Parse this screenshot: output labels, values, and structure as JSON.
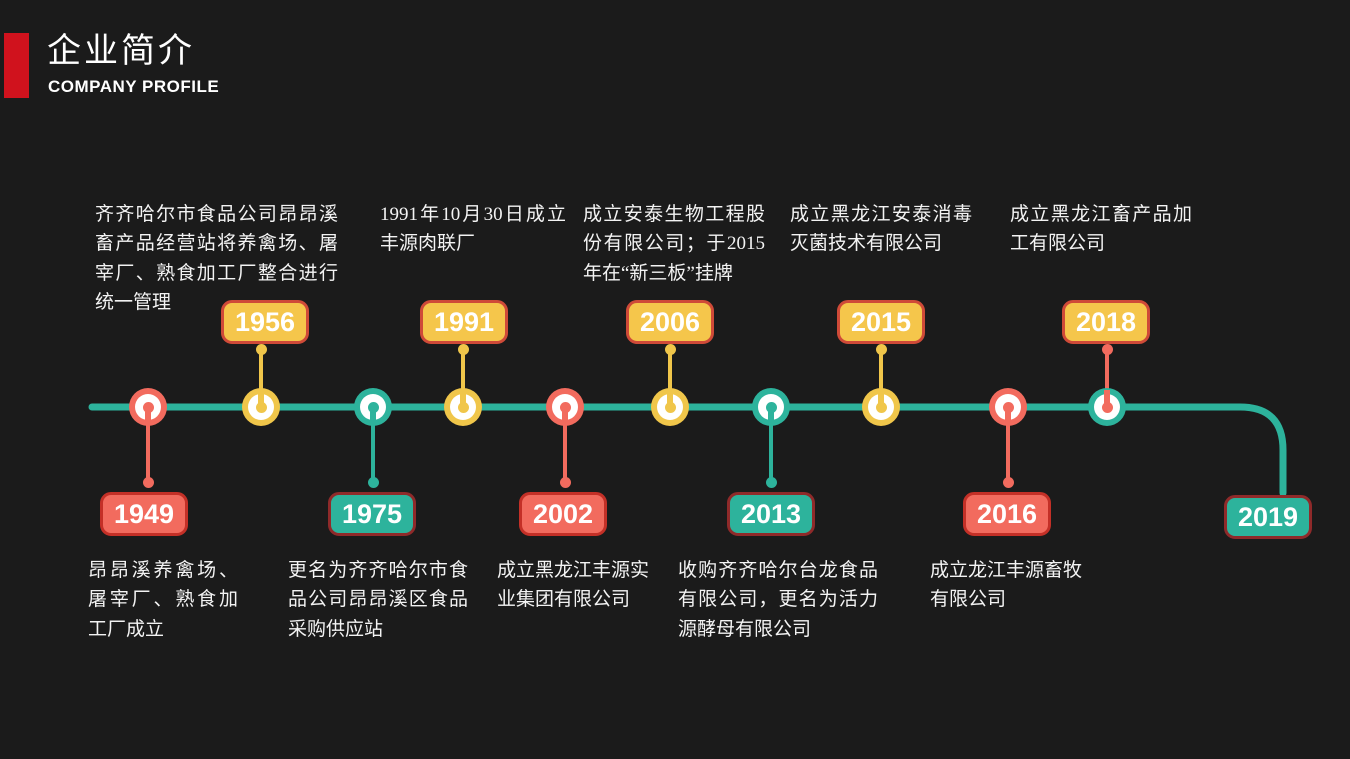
{
  "header": {
    "title": "企业简介",
    "subtitle": "COMPANY PROFILE"
  },
  "colors": {
    "background": "#1b1b1b",
    "accent_red": "#d0121d",
    "timeline_teal": "#2db39c",
    "badge_red": "#f26b5e",
    "badge_yellow": "#f5c64b",
    "badge_teal": "#2db39c",
    "text_white": "#f3f3f3"
  },
  "timeline": {
    "milestones": [
      {
        "year": "1949",
        "color": "red",
        "side": "bottom",
        "description": "昂昂溪养禽场、屠宰厂、熟食加工厂成立"
      },
      {
        "year": "1956",
        "color": "yellow",
        "side": "top",
        "description": "齐齐哈尔市食品公司昂昂溪畜产品经营站将养禽场、屠宰厂、熟食加工厂整合进行统一管理"
      },
      {
        "year": "1975",
        "color": "teal",
        "side": "bottom",
        "description": "更名为齐齐哈尔市食品公司昂昂溪区食品采购供应站"
      },
      {
        "year": "1991",
        "color": "yellow",
        "side": "top",
        "description": "1991年10月30日成立丰源肉联厂"
      },
      {
        "year": "2002",
        "color": "red",
        "side": "bottom",
        "description": "成立黑龙江丰源实业集团有限公司"
      },
      {
        "year": "2006",
        "color": "yellow",
        "side": "top",
        "description": "成立安泰生物工程股份有限公司；于2015年在“新三板”挂牌"
      },
      {
        "year": "2013",
        "color": "teal",
        "side": "bottom",
        "description": "收购齐齐哈尔台龙食品有限公司，更名为活力源酵母有限公司"
      },
      {
        "year": "2015",
        "color": "yellow",
        "side": "top",
        "description": "成立黑龙江安泰消毒灭菌技术有限公司"
      },
      {
        "year": "2016",
        "color": "red",
        "side": "bottom",
        "description": "成立龙江丰源畜牧有限公司"
      },
      {
        "year": "2018",
        "color": "yellow",
        "marker_color": "teal-red",
        "side": "top",
        "description": "成立黑龙江畜产品加工有限公司"
      },
      {
        "year": "2019",
        "color": "teal",
        "side": "end",
        "description": ""
      }
    ]
  }
}
